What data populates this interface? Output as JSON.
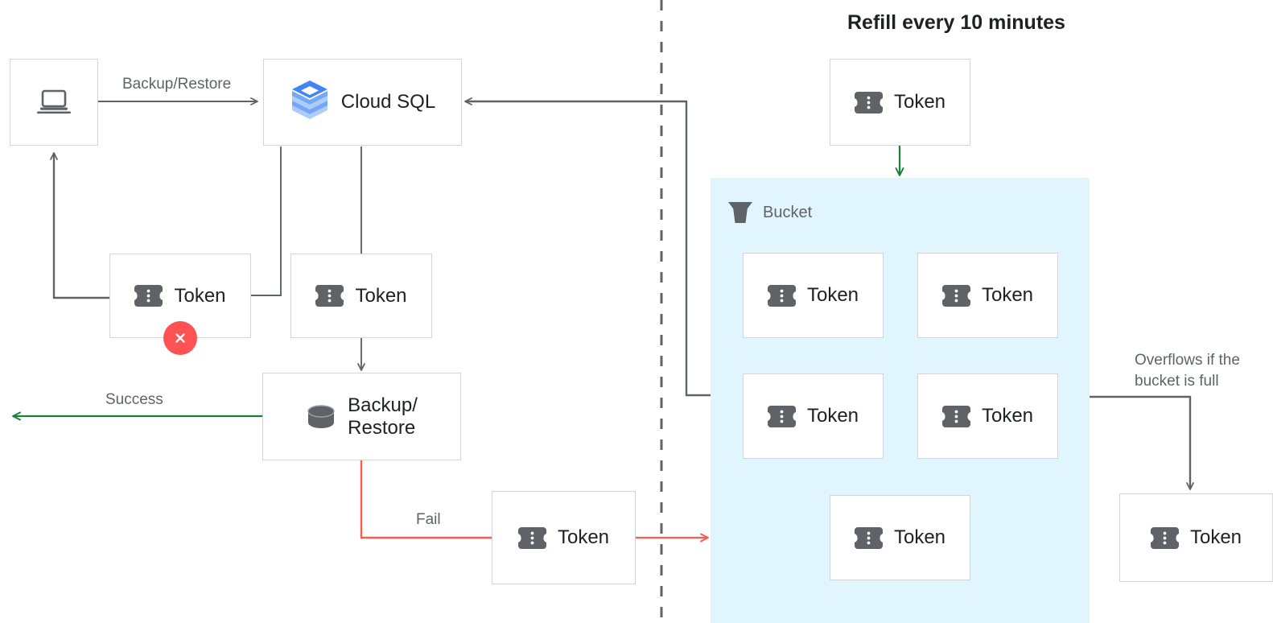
{
  "title": "Refill every 10 minutes",
  "colors": {
    "node_border": "#d4d4d4",
    "line": "#5f6368",
    "success": "#188038",
    "fail": "#f4604f",
    "bucket_bg": "#e1f5fe",
    "error_badge": "#ff5252",
    "text": "#202124",
    "muted_text": "#5f6368",
    "cloudsql_blue": "#4285f4"
  },
  "nodes": {
    "client": {
      "label": "",
      "icon": "laptop-icon"
    },
    "cloud_sql": {
      "label": "Cloud SQL",
      "icon": "cloud-sql-icon"
    },
    "token_left": {
      "label": "Token",
      "icon": "token-icon"
    },
    "token_mid": {
      "label": "Token",
      "icon": "token-icon"
    },
    "backup_restore": {
      "label": "Backup/\nRestore",
      "icon": "database-cylinder-icon"
    },
    "token_fail": {
      "label": "Token",
      "icon": "token-icon"
    },
    "token_refill": {
      "label": "Token",
      "icon": "token-icon"
    },
    "token_overflow": {
      "label": "Token",
      "icon": "token-icon"
    }
  },
  "bucket": {
    "header_label": "Bucket",
    "header_icon": "bucket-icon",
    "tokens": [
      {
        "label": "Token",
        "icon": "token-icon"
      },
      {
        "label": "Token",
        "icon": "token-icon"
      },
      {
        "label": "Token",
        "icon": "token-icon"
      },
      {
        "label": "Token",
        "icon": "token-icon"
      },
      {
        "label": "Token",
        "icon": "token-icon"
      }
    ]
  },
  "edge_labels": {
    "backup_restore": "Backup/Restore",
    "success": "Success",
    "fail": "Fail",
    "overflow": "Overflows if the\nbucket is full"
  },
  "badges": {
    "token_left_error": "close-x-icon"
  }
}
